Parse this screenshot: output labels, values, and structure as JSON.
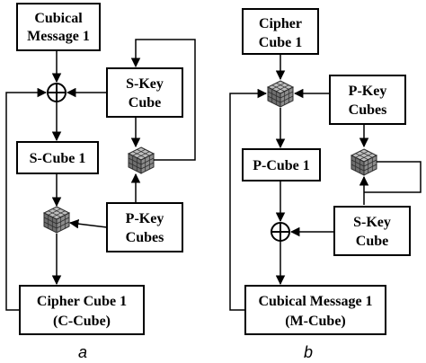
{
  "panel_a": {
    "caption": "a",
    "cubical_message": [
      "Cubical",
      "Message 1"
    ],
    "s_key_cube": [
      "S-Key",
      "Cube"
    ],
    "s_cube": "S-Cube 1",
    "p_key_cubes": [
      "P-Key",
      "Cubes"
    ],
    "cipher_cube": [
      "Cipher Cube 1",
      "(C-Cube)"
    ]
  },
  "panel_b": {
    "caption": "b",
    "cipher_cube": [
      "Cipher",
      "Cube 1"
    ],
    "p_key_cubes": [
      "P-Key",
      "Cubes"
    ],
    "p_cube": "P-Cube 1",
    "s_key_cube": [
      "S-Key",
      "Cube"
    ],
    "cubical_message": [
      "Cubical Message 1",
      "(M-Cube)"
    ]
  },
  "icons": {
    "xor": "xor-circle-plus-icon",
    "cube": "rubiks-cube-icon"
  }
}
